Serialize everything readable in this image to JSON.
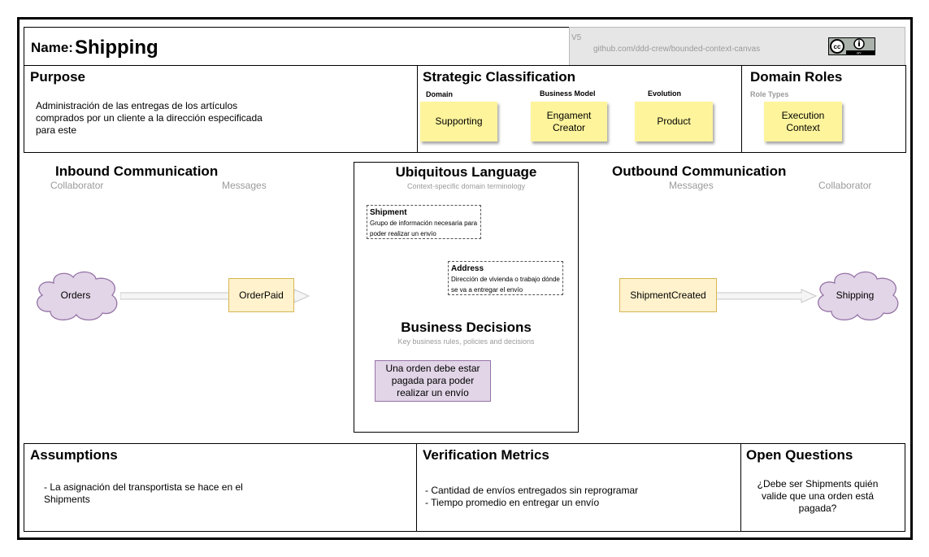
{
  "name": {
    "label": "Name:",
    "value": "Shipping"
  },
  "header": {
    "version": "V5",
    "url": "github.com/ddd-crew/bounded-context-canvas",
    "license": "cc-by-icon"
  },
  "purpose": {
    "title": "Purpose",
    "text": "Administración de las entregas de los artículos comprados por un cliente a la dirección especificada para este"
  },
  "strategic": {
    "title": "Strategic Classification",
    "domain_label": "Domain",
    "domain_value": "Supporting",
    "business_label": "Business Model",
    "business_value": "Engament Creator",
    "evolution_label": "Evolution",
    "evolution_value": "Product"
  },
  "roles": {
    "title": "Domain Roles",
    "subtitle": "Role Types",
    "value": "Execution Context"
  },
  "inbound": {
    "title": "Inbound Communication",
    "collaborator_label": "Collaborator",
    "messages_label": "Messages",
    "collaborator": "Orders",
    "message": "OrderPaid"
  },
  "ubiquitous": {
    "title": "Ubiquitous Language",
    "subtitle": "Context-specific domain terminology",
    "terms": [
      {
        "name": "Shipment",
        "definition": "Grupo de información necesaria para poder realizar un envío"
      },
      {
        "name": "Address",
        "definition": "Dirección de vivienda o trabajo dónde se va a entregar el envío"
      }
    ]
  },
  "business": {
    "title": "Business Decisions",
    "subtitle": "Key business rules, policies and decisions",
    "rule": "Una orden debe estar pagada para poder realizar un envío"
  },
  "outbound": {
    "title": "Outbound Communication",
    "messages_label": "Messages",
    "collaborator_label": "Collaborator",
    "message": "ShipmentCreated",
    "collaborator": "Shipping"
  },
  "assumptions": {
    "title": "Assumptions",
    "text": "- La asignación del transportista se hace en el Shipments"
  },
  "metrics": {
    "title": "Verification Metrics",
    "line1": "- Cantidad de envíos entregados sin reprogramar",
    "line2": "- Tiempo promedio en entregar un envío"
  },
  "questions": {
    "title": "Open Questions",
    "text": "¿Debe ser Shipments quién valide que una orden está pagada?"
  },
  "colors": {
    "sticky": "#fef49c",
    "message": "#fff2cc",
    "cloud": "#e1d5e7",
    "cloud_stroke": "#9673a6",
    "decision": "#e1d5e7"
  }
}
